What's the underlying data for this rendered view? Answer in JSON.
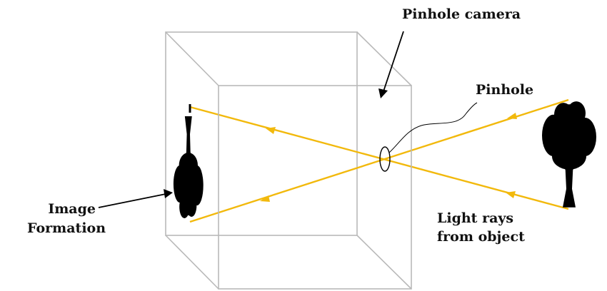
{
  "labels": {
    "pinhole_camera": "Pinhole camera",
    "pinhole": "Pinhole",
    "image_formation_line1": "Image",
    "image_formation_line2": "Formation",
    "light_rays_line1": "Light rays",
    "light_rays_line2": "from object"
  },
  "colors": {
    "ray": "#f2b90c",
    "box_edge": "#b9b9b9",
    "silhouette": "#000000",
    "pointer": "#000000"
  },
  "icons": {
    "object": "tree-silhouette",
    "image": "inverted-tree-silhouette"
  }
}
